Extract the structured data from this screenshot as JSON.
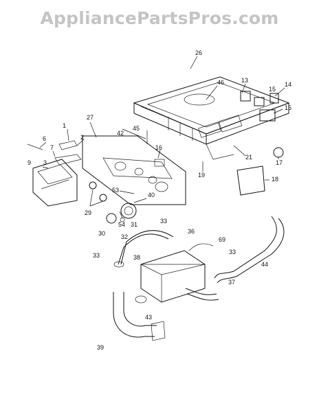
{
  "watermark": "AppliancePartsPros.com",
  "parts": [
    {
      "label": "1"
    },
    {
      "label": "2"
    },
    {
      "label": "3"
    },
    {
      "label": "6"
    },
    {
      "label": "7"
    },
    {
      "label": "9"
    },
    {
      "label": "13"
    },
    {
      "label": "14"
    },
    {
      "label": "15"
    },
    {
      "label": "15"
    },
    {
      "label": "16"
    },
    {
      "label": "17"
    },
    {
      "label": "18"
    },
    {
      "label": "19"
    },
    {
      "label": "21"
    },
    {
      "label": "26"
    },
    {
      "label": "27"
    },
    {
      "label": "29"
    },
    {
      "label": "30"
    },
    {
      "label": "31"
    },
    {
      "label": "32"
    },
    {
      "label": "33"
    },
    {
      "label": "33"
    },
    {
      "label": "33"
    },
    {
      "label": "36"
    },
    {
      "label": "37"
    },
    {
      "label": "38"
    },
    {
      "label": "39"
    },
    {
      "label": "40"
    },
    {
      "label": "42"
    },
    {
      "label": "43"
    },
    {
      "label": "44"
    },
    {
      "label": "45"
    },
    {
      "label": "46"
    },
    {
      "label": "53"
    },
    {
      "label": "54"
    },
    {
      "label": "69"
    }
  ]
}
